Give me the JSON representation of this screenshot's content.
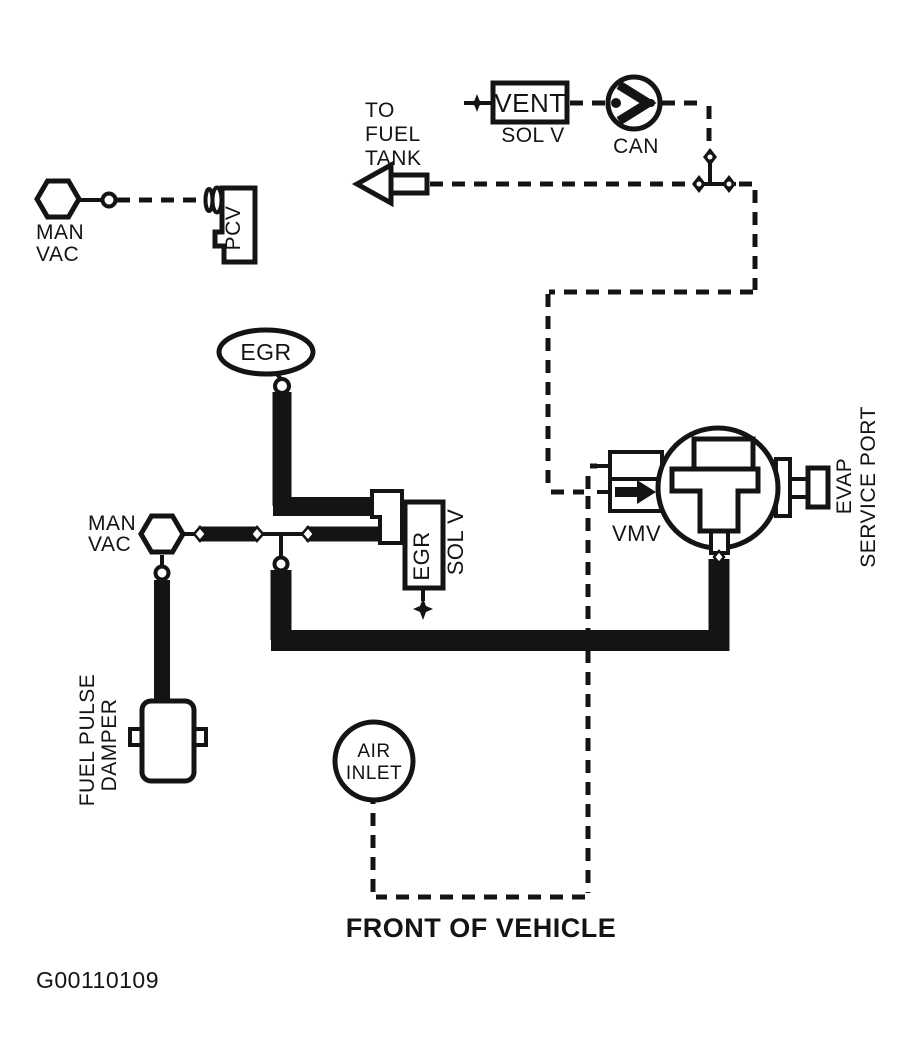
{
  "figure": {
    "code": "G00110109",
    "front_label": "FRONT OF VEHICLE"
  },
  "colors": {
    "ink": "#141414",
    "background": "#ffffff"
  },
  "components": {
    "man_vac_top": {
      "label_lines": [
        "MAN",
        "VAC"
      ]
    },
    "pcv": {
      "label": "PCV"
    },
    "to_fuel_tank": {
      "label_lines": [
        "TO",
        "FUEL",
        "TANK"
      ]
    },
    "vent_solenoid": {
      "label": "VENT",
      "sublabel": "SOL V"
    },
    "canister": {
      "label": "CAN"
    },
    "egr_valve": {
      "label": "EGR"
    },
    "egr_solenoid": {
      "label": "EGR",
      "sublabel": "SOL V"
    },
    "man_vac_mid": {
      "label_lines": [
        "MAN",
        "VAC"
      ]
    },
    "fuel_pulse_damper": {
      "label_lines": [
        "FUEL PULSE",
        "DAMPER"
      ]
    },
    "vmv": {
      "label": "VMV"
    },
    "evap_service_port": {
      "label_lines": [
        "EVAP",
        "SERVICE PORT"
      ]
    },
    "air_inlet": {
      "label_lines": [
        "AIR",
        "INLET"
      ]
    }
  }
}
